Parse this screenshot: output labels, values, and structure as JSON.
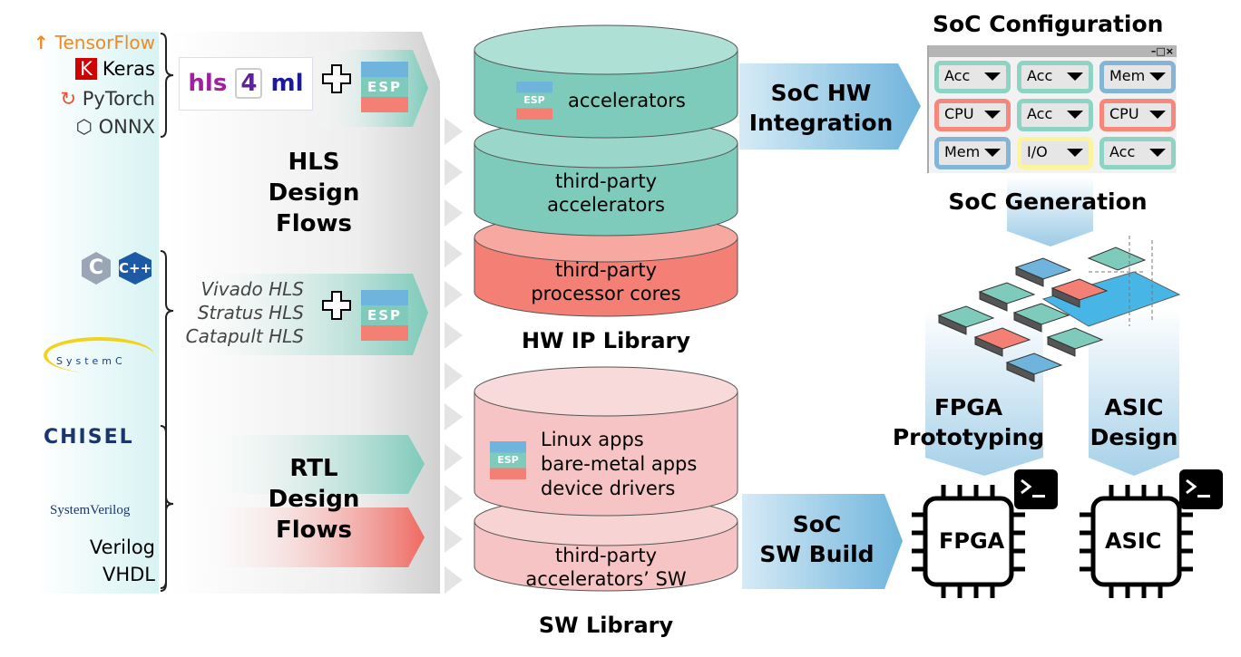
{
  "inputs": {
    "ml_frameworks": [
      "TensorFlow",
      "Keras",
      "PyTorch",
      "ONNX"
    ],
    "languages": [
      "C",
      "C++",
      "SystemC"
    ],
    "rtl_languages": [
      "CHISEL",
      "SystemVerilog",
      "Verilog",
      "VHDL"
    ]
  },
  "hls_flow": {
    "ml_tool": "hls4ml",
    "ml_tool_parts": [
      "hls",
      "4",
      "ml"
    ],
    "hls_tools": [
      "Vivado HLS",
      "Stratus HLS",
      "Catapult HLS"
    ],
    "title_lines": [
      "HLS",
      "Design",
      "Flows"
    ],
    "esp_logo": "ESP"
  },
  "rtl_flow": {
    "title_lines": [
      "RTL",
      "Design",
      "Flows"
    ]
  },
  "hw_library": {
    "label": "HW IP Library",
    "layers": [
      {
        "text": [
          "accelerators"
        ],
        "color": "#7ecbbb"
      },
      {
        "text": [
          "third-party",
          "accelerators"
        ],
        "color": "#7ecbbb"
      },
      {
        "text": [
          "third-party",
          "processor cores"
        ],
        "color": "#f47f74"
      }
    ]
  },
  "sw_library": {
    "label": "SW Library",
    "layers": [
      {
        "text": [
          "Linux apps",
          "bare-metal apps",
          "device drivers"
        ],
        "color": "#f6c4c4"
      },
      {
        "text": [
          "third-party",
          "accelerators’ SW"
        ],
        "color": "#f6c4c4"
      }
    ]
  },
  "steps": {
    "hw_integration": [
      "SoC HW",
      "Integration"
    ],
    "sw_build": [
      "SoC",
      "SW Build"
    ],
    "soc_generation": "SoC Generation",
    "fpga": [
      "FPGA",
      "Prototyping"
    ],
    "asic": [
      "ASIC",
      "Design"
    ]
  },
  "soc_config": {
    "title": "SoC Configuration",
    "window_controls": [
      "–",
      "□",
      "×"
    ],
    "tiles": [
      {
        "label": "Acc",
        "color": "#8fd3c5"
      },
      {
        "label": "Acc",
        "color": "#8fd3c5"
      },
      {
        "label": "Mem",
        "color": "#84b4d6"
      },
      {
        "label": "CPU",
        "color": "#f7877b"
      },
      {
        "label": "Acc",
        "color": "#8fd3c5"
      },
      {
        "label": "CPU",
        "color": "#f7877b"
      },
      {
        "label": "Mem",
        "color": "#84b4d6"
      },
      {
        "label": "I/O",
        "color": "#fbf49c"
      },
      {
        "label": "Acc",
        "color": "#8fd3c5"
      }
    ]
  },
  "chips": {
    "fpga": "FPGA",
    "asic": "ASIC",
    "terminal_icon": ">_"
  },
  "colors": {
    "teal": "#7ecbbb",
    "red": "#f47f74",
    "pink": "#f6c4c4",
    "blue_arrow": "#6fb4dc",
    "left_panel": "#d8f3f3"
  }
}
